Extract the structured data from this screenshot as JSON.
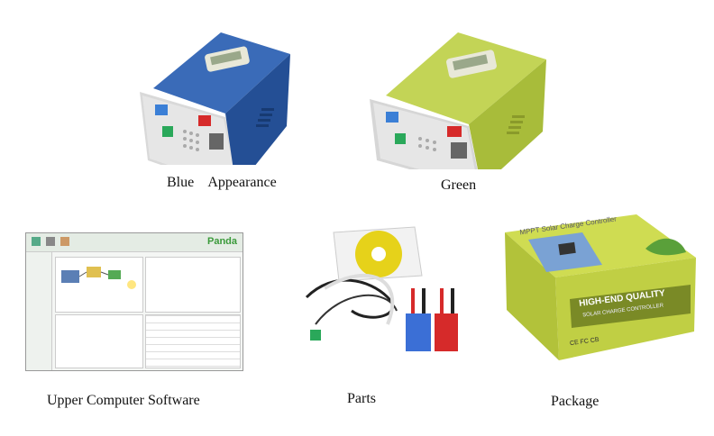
{
  "products": {
    "blue": {
      "caption": "Blue    Appearance",
      "color": "#2a5aa0"
    },
    "green": {
      "caption": "Green",
      "color": "#b7cc4a"
    },
    "software": {
      "caption": "Upper Computer Software",
      "logo": "Panda",
      "accent": "#3a9a3a"
    },
    "parts": {
      "caption": "Parts"
    },
    "package": {
      "caption": "Package",
      "box_title": "MPPT Solar Charge Controller",
      "box_quality": "HIGH-END QUALITY",
      "box_sub": "SOLAR CHARGE CONTROLLER",
      "box_marks": "CE FC CB",
      "color": "#c8d64a"
    }
  }
}
